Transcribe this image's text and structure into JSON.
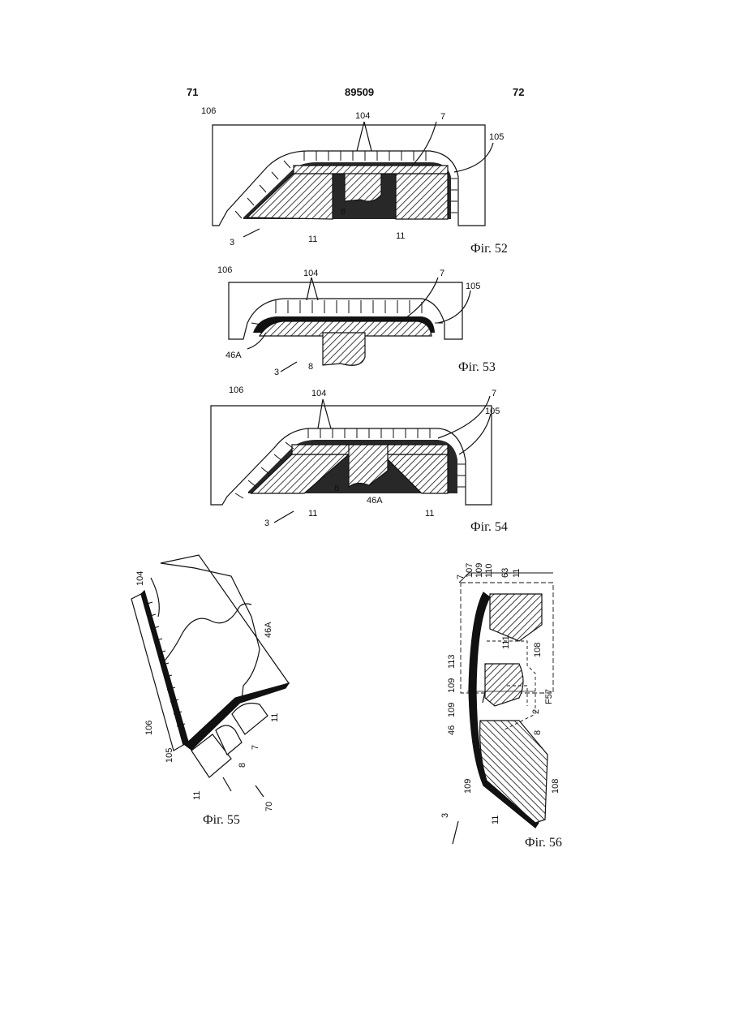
{
  "header": {
    "left_page": "71",
    "patent_number": "89509",
    "right_page": "72"
  },
  "figures": {
    "fig52": {
      "caption": "Фіг. 52",
      "labels": {
        "a106": "106",
        "a104": "104",
        "a7": "7",
        "a105": "105",
        "a8": "8",
        "a11a": "11",
        "a11b": "11",
        "a3": "3"
      }
    },
    "fig53": {
      "caption": "Фіг. 53",
      "labels": {
        "a106": "106",
        "a104": "104",
        "a7": "7",
        "a105": "105",
        "a46A": "46A",
        "a8": "8",
        "a3": "3"
      }
    },
    "fig54": {
      "caption": "Фіг. 54",
      "labels": {
        "a106": "106",
        "a104": "104",
        "a7": "7",
        "a105": "105",
        "a8": "8",
        "a46A": "46A",
        "a11a": "11",
        "a11b": "11",
        "a3": "3"
      }
    },
    "fig55": {
      "caption": "Фіг. 55",
      "labels": {
        "a104": "104",
        "a46A": "46A",
        "a106": "106",
        "a105": "105",
        "a7": "7",
        "a11a": "11",
        "a11b": "11",
        "a8": "8",
        "a70": "70"
      }
    },
    "fig56": {
      "caption": "Фіг. 56",
      "labels": {
        "a7": "7",
        "a107": "107",
        "a109a": "109",
        "a110": "110",
        "a63": "63",
        "a11a": "11",
        "a113": "113",
        "a111": "111",
        "a108a": "108",
        "a109b": "109",
        "a109c": "109",
        "aF57": "F57",
        "a2": "2",
        "a8": "8",
        "a46": "46",
        "a109d": "109",
        "a108b": "108",
        "a11b": "11",
        "a3": "3"
      }
    }
  }
}
